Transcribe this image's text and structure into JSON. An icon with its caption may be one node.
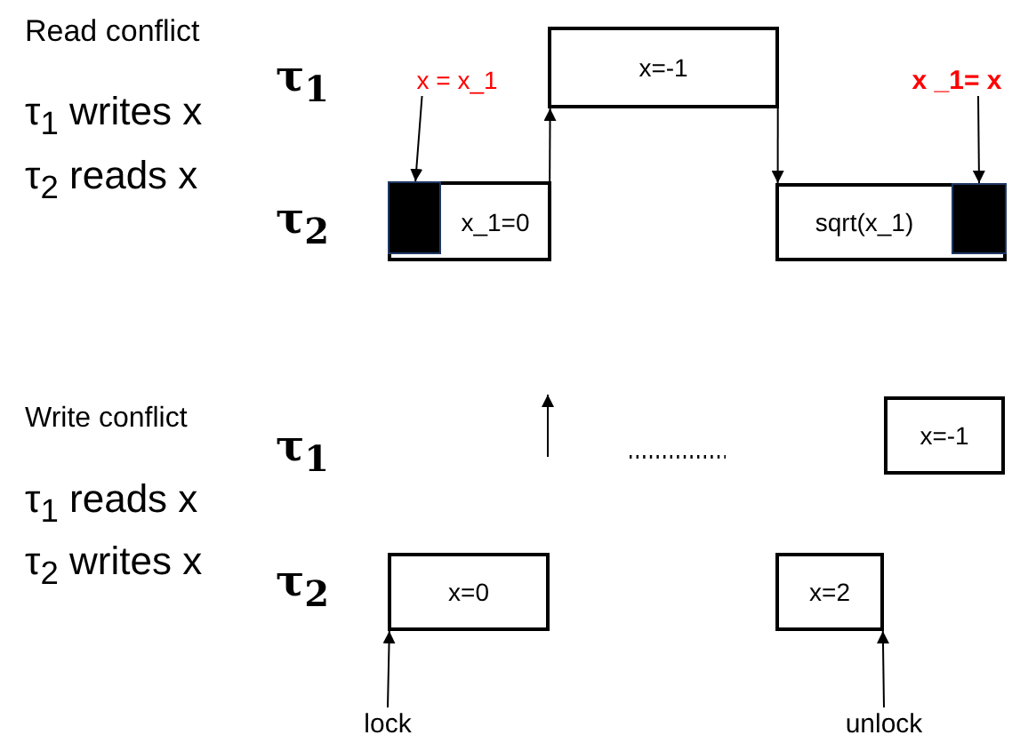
{
  "diagram": {
    "nodes": [
      {
        "text": [
          "x = x_1"
        ]
      },
      {
        "text": [
          "x_1=0"
        ]
      },
      {
        "text": [],
        "shape": "box",
        "in": 1
      },
      {
        "text": [
          "x=-1"
        ]
      },
      {
        "text": [
          "sqrt(x_1)"
        ]
      },
      {
        "text": [],
        "shape": "box",
        "in": 4
      },
      {
        "text": [
          "x _1= x"
        ]
      },
      {
        "text": [
          "x=-1"
        ]
      },
      {
        "text": [
          "x=0"
        ]
      },
      {
        "text": [
          "x=2"
        ]
      },
      {
        "text": [
          "lock"
        ]
      },
      {
        "text": [
          "unlock"
        ]
      }
    ],
    "edges": [
      {
        "from": 0,
        "to": 2,
        "arrow": "to"
      },
      {
        "from": 1,
        "to": 3,
        "arrow": "to"
      },
      {
        "from": 3,
        "to": 4,
        "arrow": "to"
      },
      {
        "from": 6,
        "to": 5,
        "arrow": "to"
      },
      {
        "from": 10,
        "to": 8,
        "arrow": "to"
      },
      {
        "from": 11,
        "to": 9,
        "arrow": "to"
      }
    ],
    "labels": [
      "Read conflict",
      "τ$_{1}$",
      "τ$_{1}$ writes x",
      "τ$_{2}$ reads x",
      "τ$_{2}$",
      "Write conflict",
      "τ$_{1}$",
      "τ$_{1}$ reads x",
      "τ$_{2}$ writes x",
      "τ$_{2}$"
    ]
  }
}
